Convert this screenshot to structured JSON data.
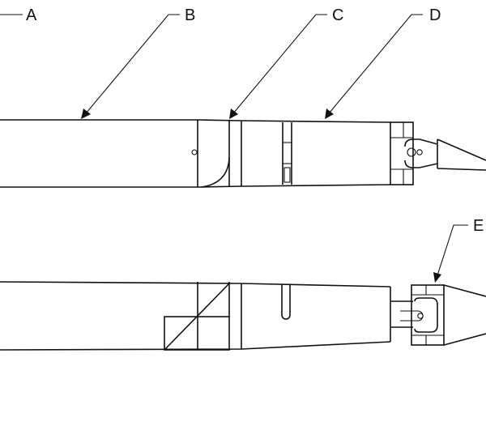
{
  "figure": {
    "callouts": [
      {
        "id": "A",
        "label": "A"
      },
      {
        "id": "B",
        "label": "B"
      },
      {
        "id": "C",
        "label": "C"
      },
      {
        "id": "D",
        "label": "D"
      },
      {
        "id": "E",
        "label": "E"
      }
    ]
  },
  "colors": {
    "line": "#111111",
    "background": "#ffffff"
  }
}
